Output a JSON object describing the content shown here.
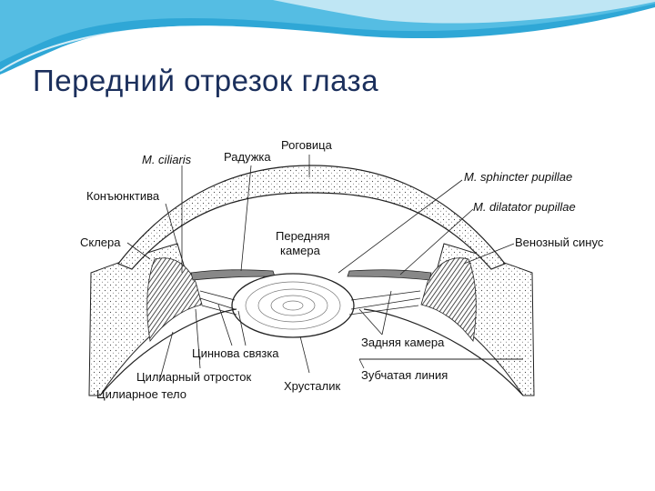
{
  "slide": {
    "title": "Передний отрезок глаза",
    "accent_colors": [
      "#2fa7d6",
      "#7fd0ec",
      "#bfe6f4"
    ]
  },
  "diagram": {
    "labels": {
      "m_ciliaris": "M. ciliaris",
      "raduzhka": "Радужка",
      "rogovitsa": "Роговица",
      "m_sphincter": "M. sphincter pupillae",
      "konyunktiva": "Конъюнктива",
      "m_dilatator": "M. dilatator pupillae",
      "sklera": "Склера",
      "perednyaya_kamera_1": "Передняя",
      "perednyaya_kamera_2": "камера",
      "venozny_sinus": "Венозный синус",
      "tsinnova_svyazka": "Циннова связка",
      "zadnyaya_kamera": "Задняя камера",
      "tsiliarny_otrostok": "Цилиарный отросток",
      "zubchataya_liniya": "Зубчатая линия",
      "khrustalik": "Хрусталик",
      "tsiliarnoe_telo": "Цилиарное тело"
    }
  }
}
